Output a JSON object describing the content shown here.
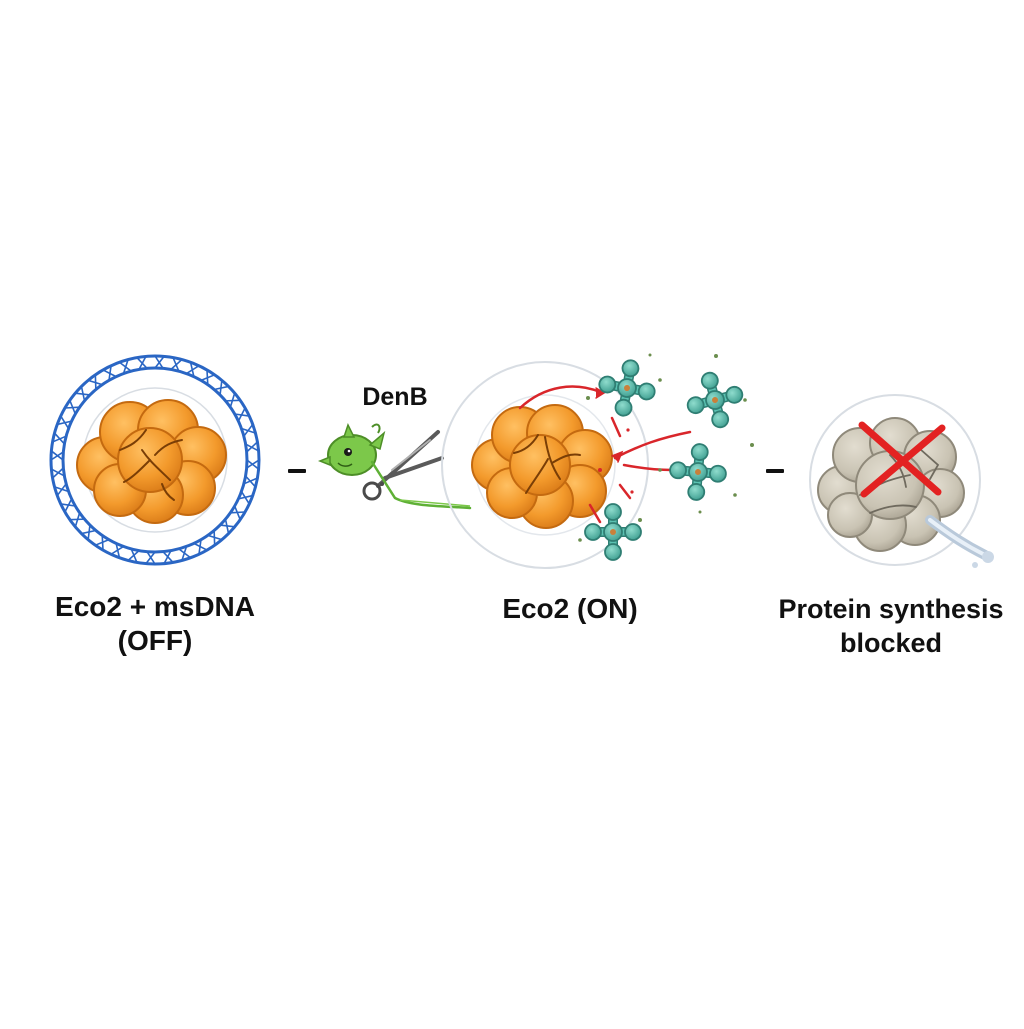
{
  "labels": {
    "off_line1": "Eco2 + msDNA",
    "off_line2": "(OFF)",
    "denb": "DenB",
    "on": "Eco2 (ON)",
    "blocked_line1": "Protein synthesis",
    "blocked_line2": "blocked"
  },
  "colors": {
    "eco2_orange": "#F39A2C",
    "eco2_shadow": "#D97A17",
    "ring_blue": "#2A66C4",
    "denb_green": "#7CC84A",
    "toxin_teal": "#4FB3A4",
    "arrow_red": "#D9262B",
    "blocked_gray": "#C9C3B3",
    "cross_red": "#E32222"
  },
  "icons": {
    "protein": "eco2-protein-icon",
    "dna_ring": "msdna-ring-icon",
    "denb": "denb-creature-icon",
    "scissors": "scissors-icon",
    "toxin": "toxin-molecule-icon",
    "cross": "red-cross-icon"
  }
}
